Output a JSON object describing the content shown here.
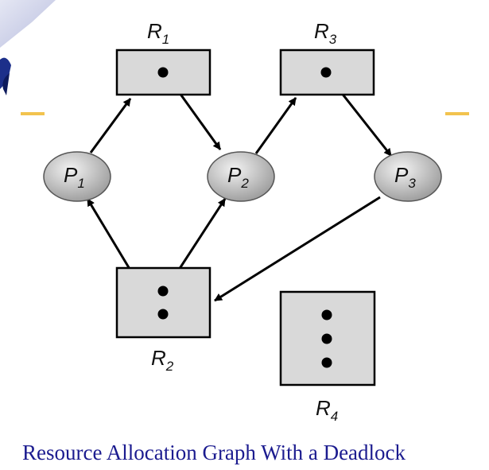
{
  "caption": "Resource Allocation Graph With a Deadlock",
  "resources": [
    {
      "id": "R1",
      "label_main": "R",
      "label_sub": "1",
      "instances": 1
    },
    {
      "id": "R2",
      "label_main": "R",
      "label_sub": "2",
      "instances": 2
    },
    {
      "id": "R3",
      "label_main": "R",
      "label_sub": "3",
      "instances": 1
    },
    {
      "id": "R4",
      "label_main": "R",
      "label_sub": "4",
      "instances": 3
    }
  ],
  "processes": [
    {
      "id": "P1",
      "label_main": "P",
      "label_sub": "1"
    },
    {
      "id": "P2",
      "label_main": "P",
      "label_sub": "2"
    },
    {
      "id": "P3",
      "label_main": "P",
      "label_sub": "3"
    }
  ],
  "edges": [
    {
      "from": "P1",
      "to": "R1",
      "kind": "request"
    },
    {
      "from": "R1",
      "to": "P2",
      "kind": "assignment"
    },
    {
      "from": "P2",
      "to": "R3",
      "kind": "request"
    },
    {
      "from": "R3",
      "to": "P3",
      "kind": "assignment"
    },
    {
      "from": "P3",
      "to": "R2",
      "kind": "request"
    },
    {
      "from": "R2",
      "to": "P1",
      "kind": "assignment"
    },
    {
      "from": "R2",
      "to": "P2",
      "kind": "assignment"
    }
  ],
  "colors": {
    "box_fill": "#d9d9d9",
    "process_fill": "#c4c4c4",
    "caption": "#1b1b8f",
    "accent_line": "#f2c34e"
  }
}
